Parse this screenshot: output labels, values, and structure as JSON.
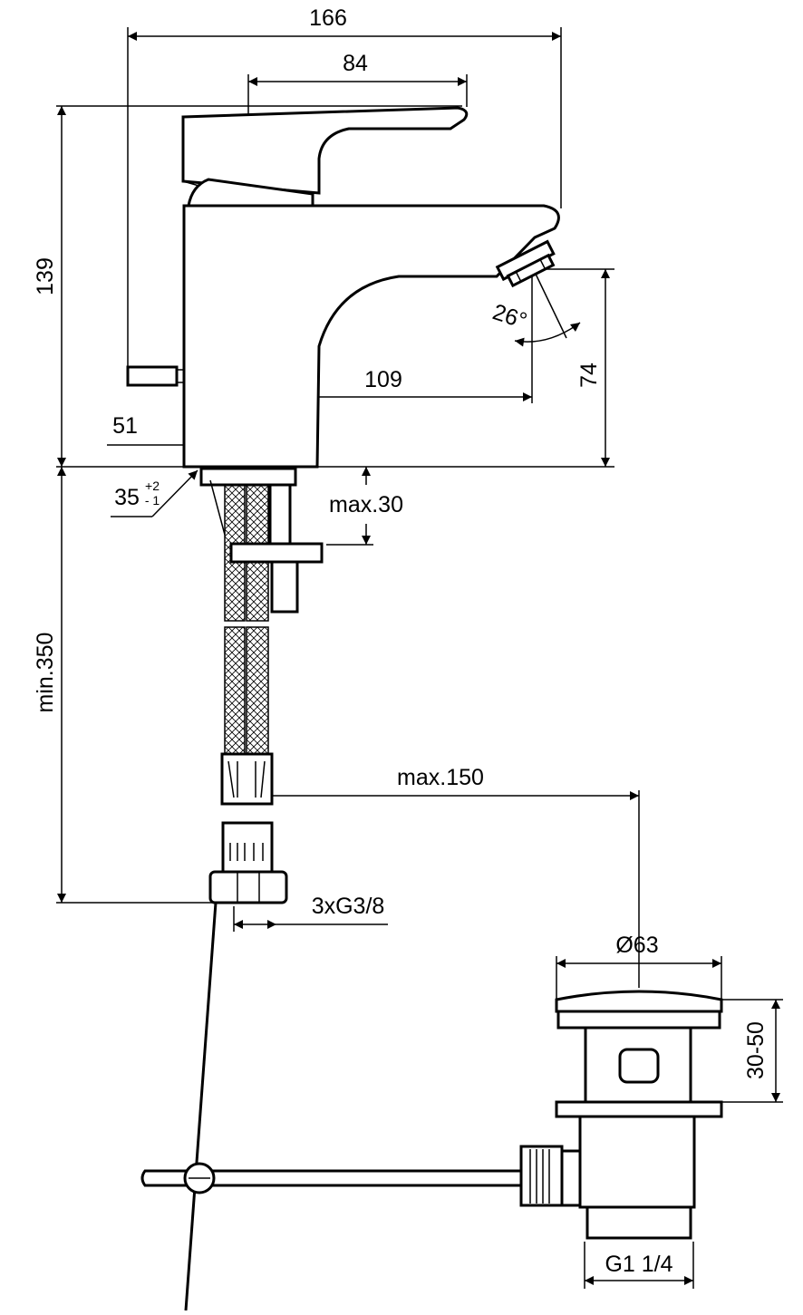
{
  "dimensions": {
    "total_length": "166",
    "lever_length": "84",
    "height": "139",
    "spout_reach": "109",
    "spout_height": "74",
    "base_width": "51",
    "aerator_angle": "26°",
    "mounting_hole": "35",
    "tolerance_plus": "+2",
    "tolerance_minus": "- 1",
    "max_thickness": "max.30",
    "min_hose_length": "min.350",
    "max_distance": "max.150",
    "connection_thread": "3xG3/8",
    "plug_diameter": "Ø63",
    "waste_height": "30-50",
    "waste_thread": "G1 1/4"
  },
  "colors": {
    "line": "#000000",
    "background": "#ffffff"
  }
}
